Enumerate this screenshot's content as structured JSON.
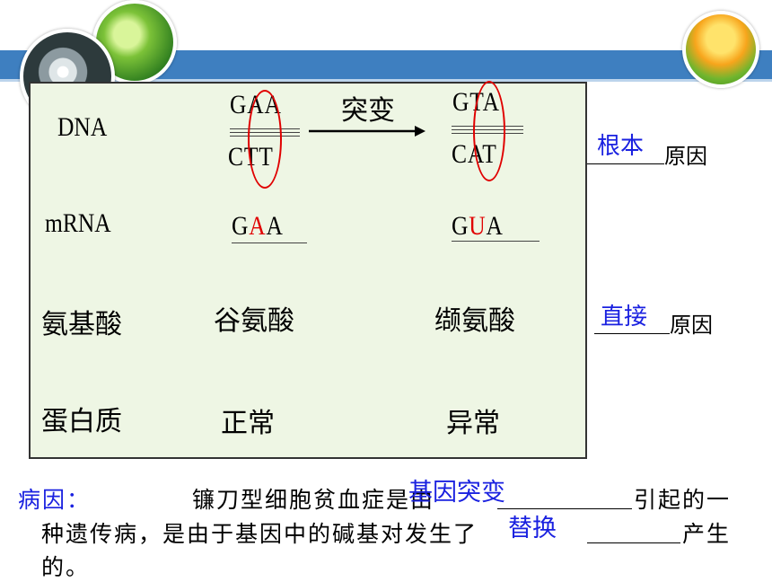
{
  "table": {
    "rows": {
      "dna": "DNA",
      "mrna": "mRNA",
      "amino": "氨基酸",
      "protein": "蛋白质"
    },
    "normal": {
      "dna_top": "GAA",
      "dna_bottom": "CTT",
      "mrna_pre": "G",
      "mrna_mut": "A",
      "mrna_post": "A",
      "amino": "谷氨酸",
      "protein": "正常"
    },
    "mutant": {
      "dna_top": "GTA",
      "dna_bottom": "CAT",
      "mrna_pre": "G",
      "mrna_mut": "U",
      "mrna_post": "A",
      "amino": "缬氨酸",
      "protein": "异常"
    },
    "arrow_label": "突变"
  },
  "side": {
    "root_answer": "根本",
    "root_suffix": "原因",
    "direct_answer": "直接",
    "direct_suffix": "原因"
  },
  "cause": {
    "label": "病因：",
    "line1_prefix": "镰刀型细胞贫血症是由",
    "line1_answer": "基因突变",
    "line1_suffix": "引起的一",
    "line2_prefix": "种遗传病，是由于基因中的碱基对发生了",
    "line2_answer": "替换",
    "line2_suffix": "产生",
    "line3": "的。"
  },
  "colors": {
    "accent_blue": "#1a21e0",
    "mutation_red": "#e00000",
    "panel_bg": "#eef6e4",
    "band": "#3e7fc0"
  }
}
